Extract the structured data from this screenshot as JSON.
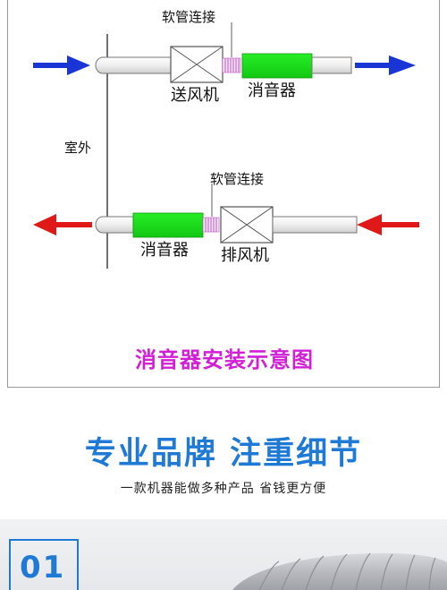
{
  "diagram": {
    "labels": {
      "hose_top": "软管连接",
      "supply_fan": "送风机",
      "silencer_top": "消音器",
      "outdoor": "室外",
      "hose_bottom": "软管连接",
      "silencer_bottom": "消音器",
      "exhaust_fan": "排风机"
    },
    "caption": "消音器安装示意图",
    "colors": {
      "inflow_arrow": "#1a35d6",
      "outflow_arrow": "#e01818",
      "silencer": "#1fe61f",
      "caption": "#d21fd6"
    }
  },
  "promo": {
    "headline": "专业品牌  注重细节",
    "subheadline": "一款机器能做多种产品  省钱更方便",
    "headline_color": "#1f7ad6"
  },
  "product": {
    "index": "01"
  }
}
